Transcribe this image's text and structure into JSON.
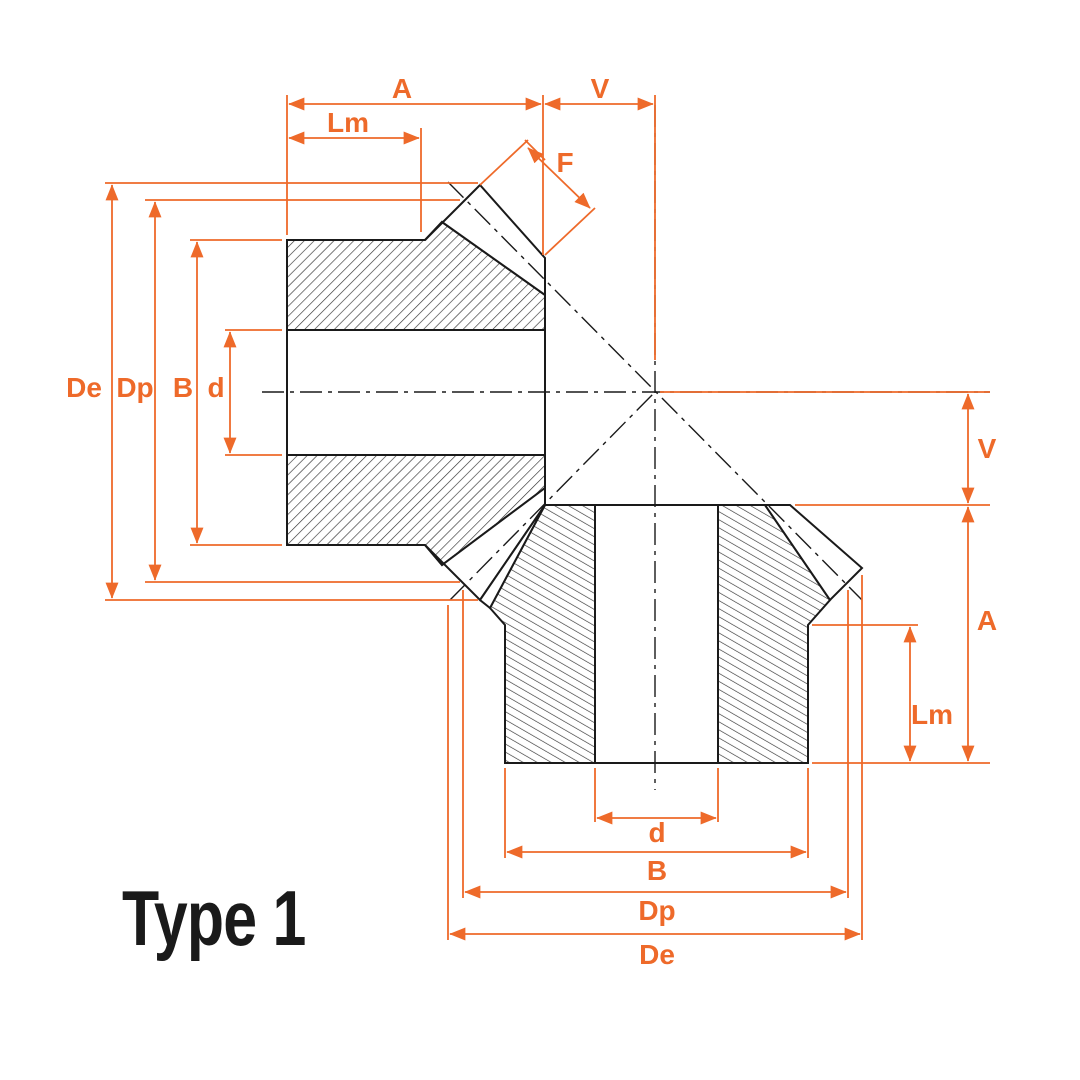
{
  "title": "Type 1",
  "colors": {
    "dimension": "#ee6a2a",
    "outline": "#1a1a1a",
    "hatch": "#333333",
    "title": "#1a1a1a"
  },
  "pinion_labels": {
    "A": "A",
    "V": "V",
    "Lm": "Lm",
    "F": "F",
    "De": "De",
    "Dp": "Dp",
    "B": "B",
    "d": "d"
  },
  "gear_labels": {
    "V": "V",
    "A": "A",
    "Lm": "Lm",
    "d": "d",
    "B": "B",
    "Dp": "Dp",
    "De": "De"
  }
}
